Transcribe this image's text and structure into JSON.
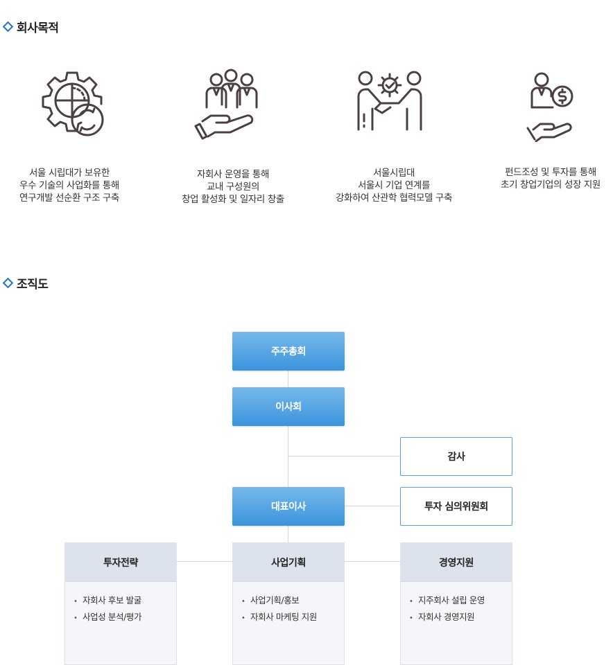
{
  "purpose": {
    "title": "회사목적",
    "items": [
      {
        "icon": "gear-cycle-icon",
        "lines": [
          "서울 시립대가 보유한",
          "우수 기술의 사업화를 통해",
          "연구개발 선순환 구조 구축"
        ]
      },
      {
        "icon": "people-hand-icon",
        "lines": [
          "자회사 운영을 통해",
          "교내 구성원의",
          "창업 활성화 및 일자리 창출"
        ]
      },
      {
        "icon": "handshake-gear-icon",
        "lines": [
          "서울시립대",
          "서울시 기업 연계를",
          "강화하여 산관학 협력모델 구축"
        ]
      },
      {
        "icon": "investor-coin-icon",
        "lines": [
          "펀드조성 및 투자를 통해",
          "초기 창업기업의 성장 지원"
        ]
      }
    ]
  },
  "org": {
    "title": "조직도",
    "shareholders": "주주총회",
    "board": "이사회",
    "audit": "감사",
    "ceo": "대표이사",
    "committee": "투자 심의위원회",
    "departments": [
      {
        "name": "투자전략",
        "items": [
          "자회사 후보 발굴",
          "사업성 분석/평가"
        ]
      },
      {
        "name": "사업기획",
        "items": [
          "사업기획/홍보",
          "자회사 마케팅 지원"
        ]
      },
      {
        "name": "경영지원",
        "items": [
          "지주회사 설립 운영",
          "자회사 경영지원"
        ]
      }
    ]
  }
}
